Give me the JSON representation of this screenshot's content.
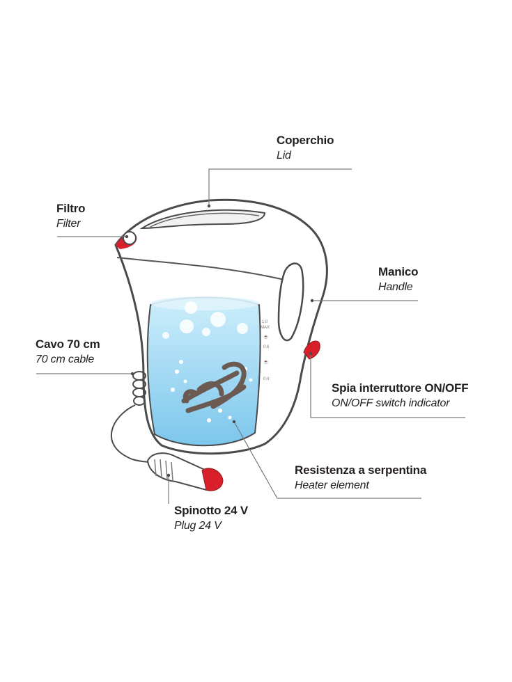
{
  "labels": {
    "lid": {
      "it": "Coperchio",
      "en": "Lid"
    },
    "filter": {
      "it": "Filtro",
      "en": "Filter"
    },
    "handle": {
      "it": "Manico",
      "en": "Handle"
    },
    "cable": {
      "it": "Cavo 70 cm",
      "en": "70 cm cable"
    },
    "switch": {
      "it": "Spia interruttore ON/OFF",
      "en": "ON/OFF switch indicator"
    },
    "heater": {
      "it": "Resistenza a serpentina",
      "en": "Heater element"
    },
    "plug": {
      "it": "Spinotto 24 V",
      "en": "Plug 24 V"
    }
  },
  "colors": {
    "outline": "#4a4a4a",
    "water_top": "#c4e8f7",
    "water_bottom": "#7cc6ec",
    "accent_red": "#d9202a",
    "leader": "#7a7a7a"
  }
}
